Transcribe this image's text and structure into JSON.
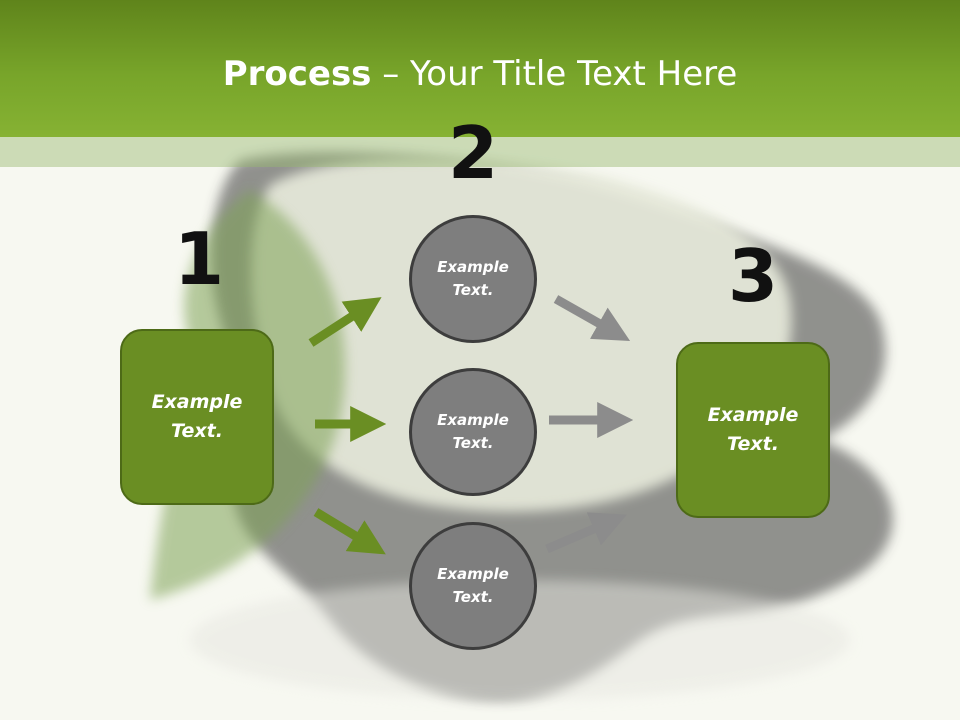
{
  "title": {
    "bold": "Process",
    "rest": " – Your Title Text Here"
  },
  "steps": [
    {
      "number": "1",
      "label": "Example\nText."
    },
    {
      "number": "2",
      "label": ""
    },
    {
      "number": "3",
      "label": "Example\nText."
    }
  ],
  "middle_nodes": [
    {
      "label": "Example\nText."
    },
    {
      "label": "Example\nText."
    },
    {
      "label": "Example\nText."
    }
  ],
  "colors": {
    "header": "#78a52a",
    "box_fill": "#6a8e23",
    "circle_fill": "#7e7e7e",
    "arrow_green": "#6a8e23",
    "arrow_gray": "#8c8c8c"
  }
}
